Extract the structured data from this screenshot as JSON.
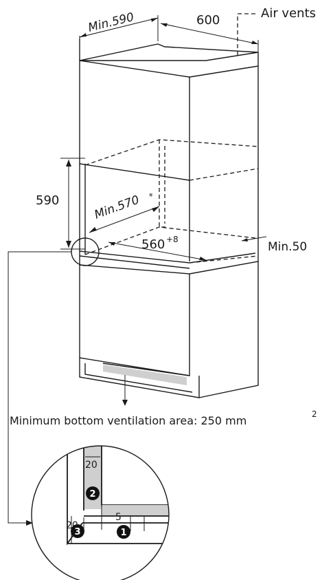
{
  "labels": {
    "top_depth": "Min.590",
    "top_width": "600",
    "air_vents": "Air vents",
    "niche_height": "590",
    "niche_depth": "Min.570",
    "niche_depth_mark": "*",
    "niche_width": "560",
    "niche_width_tol": "+8",
    "gap_min": "Min.50",
    "bottom_vent": "Minimum bottom ventilation area: 250 mm",
    "bottom_vent_sup": "2"
  },
  "detail": {
    "dim_top": "20",
    "dim_left": "20",
    "dim_small": "5",
    "badges": [
      "1",
      "2",
      "3"
    ]
  },
  "colors": {
    "line": "#1a1a1a",
    "panel_gray": "#cfcfcf",
    "badge": "#111111"
  }
}
